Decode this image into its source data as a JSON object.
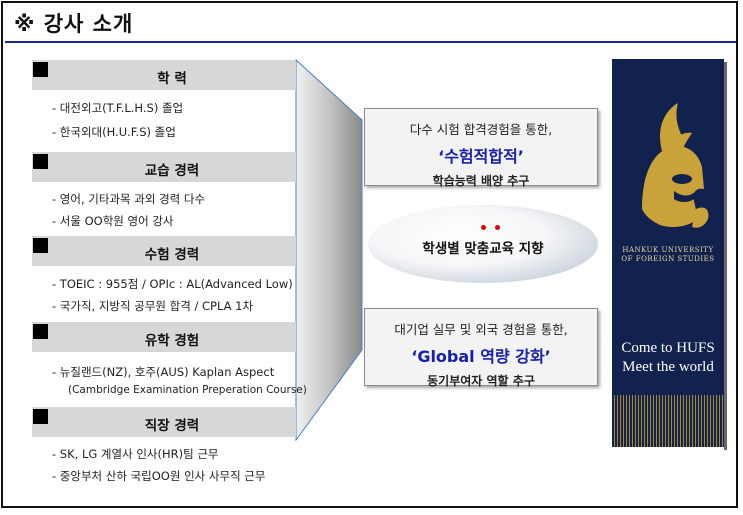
{
  "title": "※ 강사 소개",
  "sections": [
    {
      "label": "학      력",
      "items": [
        "- 대전외고(T.F.L.H.S) 졸업",
        "- 한국외대(H.U.F.S) 졸업"
      ]
    },
    {
      "label": "교습 경력",
      "items": [
        "- 영어, 기타과목 과외 경력 다수",
        "- 서울 OO학원 영어 강사"
      ]
    },
    {
      "label": "수험 경력",
      "items": [
        "- TOEIC : 955점 / OPIc : AL(Advanced Low)",
        "- 국가직, 지방직 공무원 합격 / CPLA 1차"
      ]
    },
    {
      "label": "유학 경험",
      "items": [
        "- 뉴질랜드(NZ), 호주(AUS) Kaplan Aspect",
        "(Cambridge Examination Preperation Course)"
      ]
    },
    {
      "label": "직장 경력",
      "items": [
        "- SK, LG 계열사 인사(HR)팀 근무",
        "- 중앙부처 산하 국립OO원 인사 사무직 근무"
      ]
    }
  ],
  "box_top": {
    "line1": "다수 시험 합격경험을 통한,",
    "line2": "‘수험적합적’",
    "line3": "학습능력 배양 추구"
  },
  "ellipse": {
    "text": "학생별 맞춤교육 지향"
  },
  "box_bottom": {
    "line1": "대기업 실무 및 외국 경험을 통한,",
    "line2": "‘Global 역량 강화’",
    "line3": "동기부여자 역할 추구"
  },
  "banner": {
    "univ_line1": "HANKUK UNIVERSITY",
    "univ_line2": "OF FOREIGN STUDIES",
    "slogan_line1": "Come to HUFS",
    "slogan_line2": "Meet the world"
  },
  "colors": {
    "accent": "#1520b0",
    "banner_bg": "#12224e",
    "banner_gold": "#b8932c",
    "section_bg": "#d7d7d7"
  }
}
